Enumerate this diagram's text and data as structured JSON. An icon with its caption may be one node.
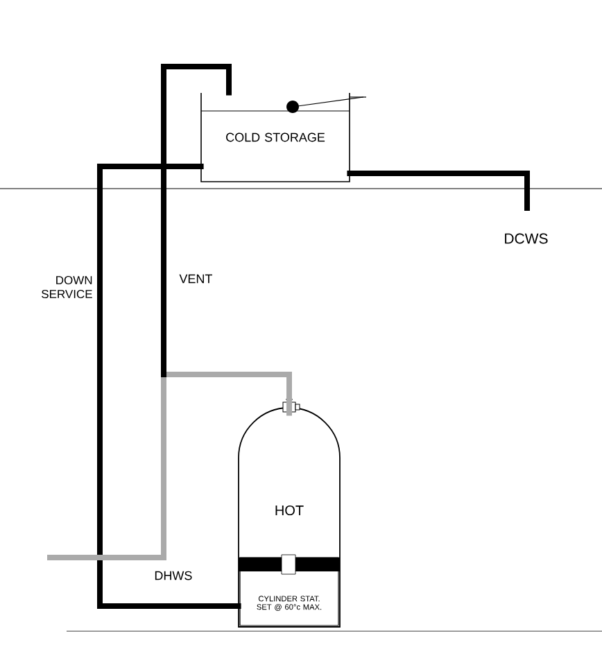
{
  "diagram": {
    "nodes": [
      {
        "text": [
          "COLD STORAGE"
        ]
      },
      {
        "text": [
          "HOT"
        ]
      },
      {
        "text": [
          "CYLINDER STAT. SET @ 60°c MAX."
        ],
        "in": 1
      }
    ],
    "edges": [
      {
        "from": 0,
        "to": 2,
        "arrow": "none",
        "label": "DOWN SERVICE"
      },
      {
        "from": 1,
        "to": null,
        "arrow": "none",
        "label": "DHWS",
        "color": "#aaaaaa"
      },
      {
        "from": null,
        "to": 0,
        "arrow": "none",
        "label": "VENT"
      },
      {
        "from": 0,
        "to": null,
        "arrow": "none",
        "label": "DCWS"
      }
    ]
  }
}
